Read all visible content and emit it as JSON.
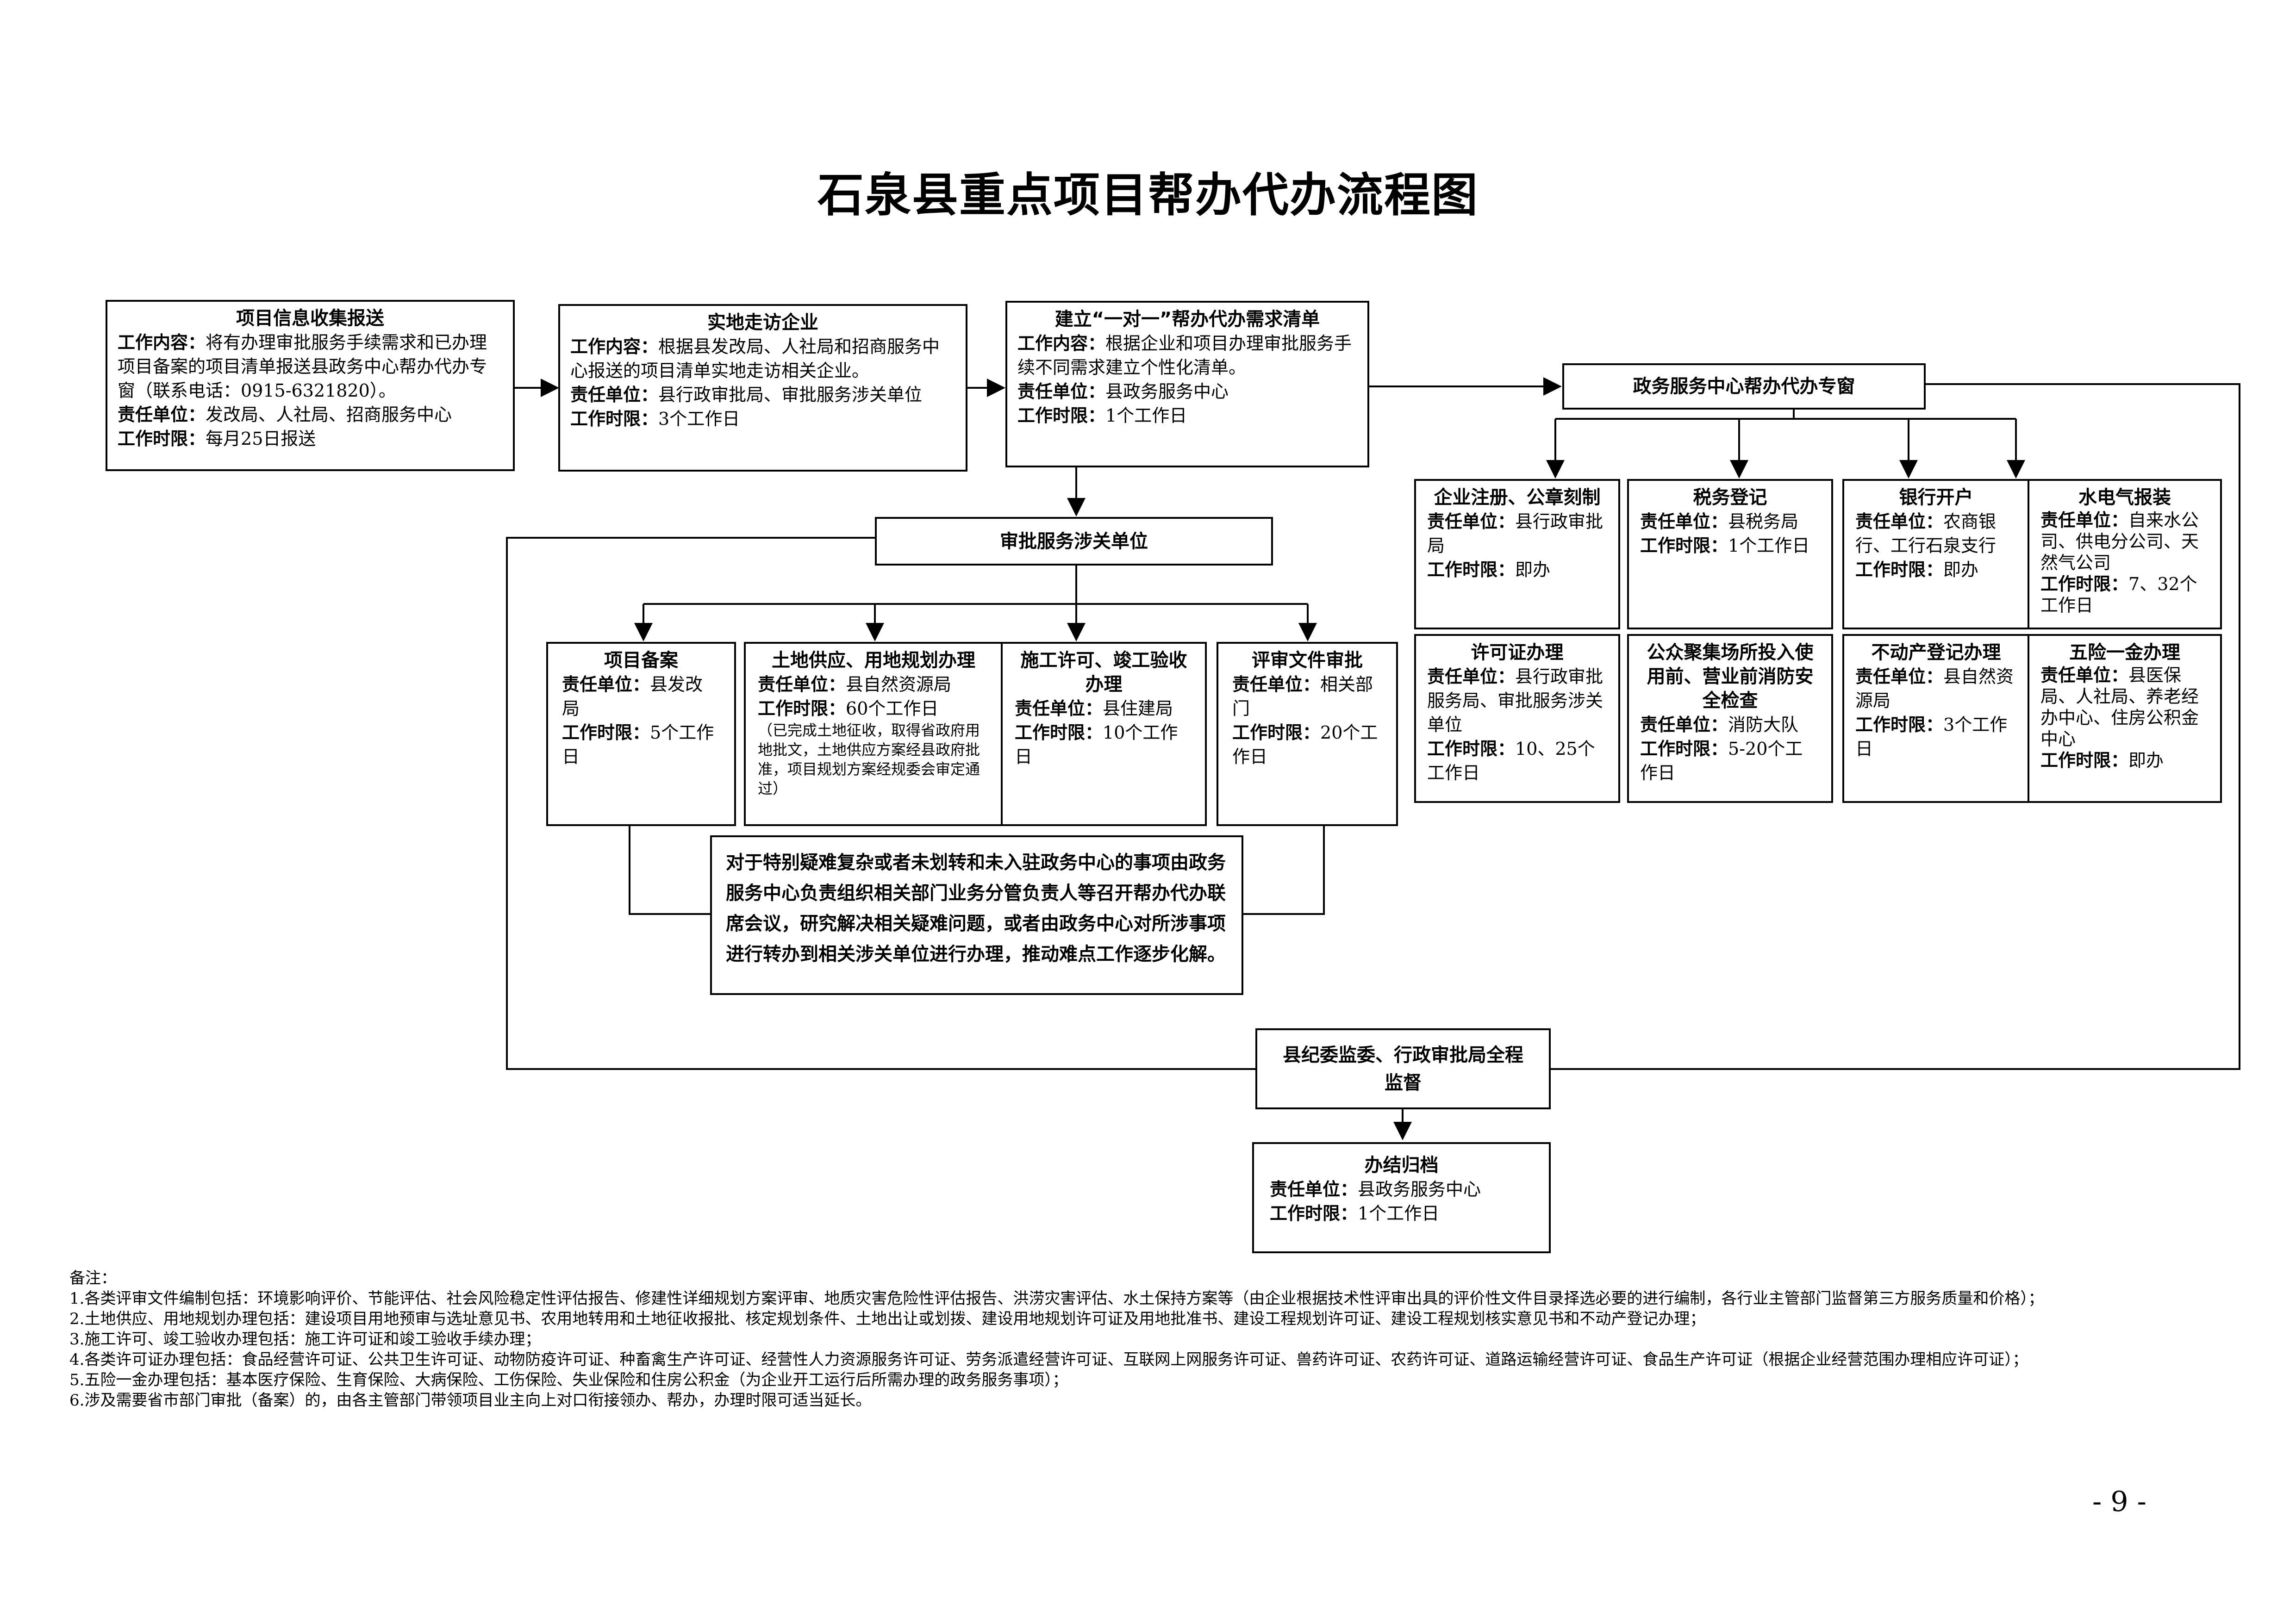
{
  "title": "石泉县重点项目帮办代办流程图",
  "labels": {
    "content": "工作内容",
    "unit": "责任单位",
    "time": "工作时限",
    "colon": "："
  },
  "step1": {
    "title": "项目信息收集报送",
    "content": "将有办理审批服务手续需求和已办理项目备案的项目清单报送县政务中心帮办代办专窗（联系电话：0915-6321820）。",
    "unit": "发改局、人社局、招商服务中心",
    "time": "每月25日报送"
  },
  "step2": {
    "title": "实地走访企业",
    "content": "根据县发改局、人社局和招商服务中心报送的项目清单实地走访相关企业。",
    "unit": "县行政审批局、审批服务涉关单位",
    "time": "3个工作日"
  },
  "step3": {
    "title": "建立“一对一”帮办代办需求清单",
    "content": "根据企业和项目办理审批服务手续不同需求建立个性化清单。",
    "unit": "县政务服务中心",
    "time": "1个工作日"
  },
  "window": {
    "title": "政务服务中心帮办代办专窗"
  },
  "approval": {
    "title": "审批服务涉关单位"
  },
  "window_items": [
    {
      "title": "企业注册、公章刻制",
      "unit": "县行政审批局",
      "time": "即办"
    },
    {
      "title": "税务登记",
      "unit": "县税务局",
      "time": "1个工作日"
    },
    {
      "title": "银行开户",
      "unit": "农商银行、工行石泉支行",
      "time": "即办"
    },
    {
      "title": "水电气报装",
      "unit": "自来水公司、供电分公司、天然气公司",
      "time": "7、32个工作日"
    },
    {
      "title": "许可证办理",
      "unit": "县行政审批服务局、审批服务涉关单位",
      "time": "10、25个工作日"
    },
    {
      "title": "公众聚集场所投入使用前、营业前消防安全检查",
      "unit": "消防大队",
      "time": "5-20个工作日"
    },
    {
      "title": "不动产登记办理",
      "unit": "县自然资源局",
      "time": "3个工作日"
    },
    {
      "title": "五险一金办理",
      "unit": "县医保局、人社局、养老经办中心、住房公积金中心",
      "time": "即办"
    }
  ],
  "approval_items": [
    {
      "title": "项目备案",
      "unit": "县发改局",
      "time": "5个工作日",
      "note": ""
    },
    {
      "title": "土地供应、用地规划办理",
      "unit": "县自然资源局",
      "time": "60个工作日",
      "note": "（已完成土地征收，取得省政府用地批文，土地供应方案经县政府批准，项目规划方案经规委会审定通过）"
    },
    {
      "title": "施工许可、竣工验收办理",
      "unit": "县住建局",
      "time": "10个工作日",
      "note": ""
    },
    {
      "title": "评审文件审批",
      "unit": "相关部门",
      "time": "20个工作日",
      "note": ""
    }
  ],
  "difficult": {
    "text": "对于特别疑难复杂或者未划转和未入驻政务中心的事项由政务服务中心负责组织相关部门业务分管负责人等召开帮办代办联席会议，研究解决相关疑难问题，或者由政务中心对所涉事项进行转办到相关涉关单位进行办理，推动难点工作逐步化解。"
  },
  "supervision": {
    "title": "县纪委监委、行政审批局全程监督"
  },
  "archive": {
    "title": "办结归档",
    "unit": "县政务服务中心",
    "time": "1个工作日"
  },
  "notes": {
    "heading": "备注：",
    "items": [
      "1.各类评审文件编制包括：环境影响评价、节能评估、社会风险稳定性评估报告、修建性详细规划方案评审、地质灾害危险性评估报告、洪涝灾害评估、水土保持方案等（由企业根据技术性评审出具的评价性文件目录择选必要的进行编制，各行业主管部门监督第三方服务质量和价格）；",
      "2.土地供应、用地规划办理包括：建设项目用地预审与选址意见书、农用地转用和土地征收报批、核定规划条件、土地出让或划拨、建设用地规划许可证及用地批准书、建设工程规划许可证、建设工程规划核实意见书和不动产登记办理；",
      "3.施工许可、竣工验收办理包括：施工许可证和竣工验收手续办理；",
      "4.各类许可证办理包括：食品经营许可证、公共卫生许可证、动物防疫许可证、种畜禽生产许可证、经营性人力资源服务许可证、劳务派遣经营许可证、互联网上网服务许可证、兽药许可证、农药许可证、道路运输经营许可证、食品生产许可证（根据企业经营范围办理相应许可证）；",
      "5.五险一金办理包括：基本医疗保险、生育保险、大病保险、工伤保险、失业保险和住房公积金（为企业开工运行后所需办理的政务服务事项）；",
      "6.涉及需要省市部门审批（备案）的，由各主管部门带领项目业主向上对口衔接领办、帮办，办理时限可适当延长。"
    ]
  },
  "page_number": "- 9 -"
}
